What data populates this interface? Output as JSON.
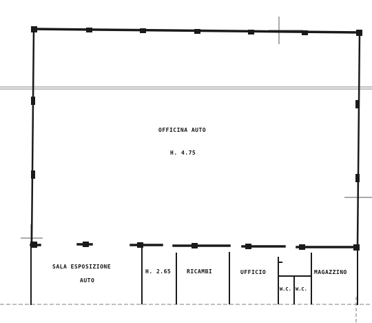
{
  "main_room": {
    "name": "OFFICINA  AUTO",
    "height": "H. 4.75"
  },
  "rooms": [
    {
      "id": "sala",
      "line1": "SALA  ESPOSIZIONE",
      "line2": "AUTO"
    },
    {
      "id": "h265",
      "line1": "H. 2.65"
    },
    {
      "id": "ricambi",
      "line1": "RICAMBI"
    },
    {
      "id": "ufficio",
      "line1": "UFFICIO"
    },
    {
      "id": "wc1",
      "line1": "W.C."
    },
    {
      "id": "wc2",
      "line1": "W.C."
    },
    {
      "id": "magazzino",
      "line1": "MAGAZZINO"
    }
  ],
  "colors": {
    "wall": "#1a1a1a",
    "axis": "#555555",
    "paper": "#ffffff"
  }
}
